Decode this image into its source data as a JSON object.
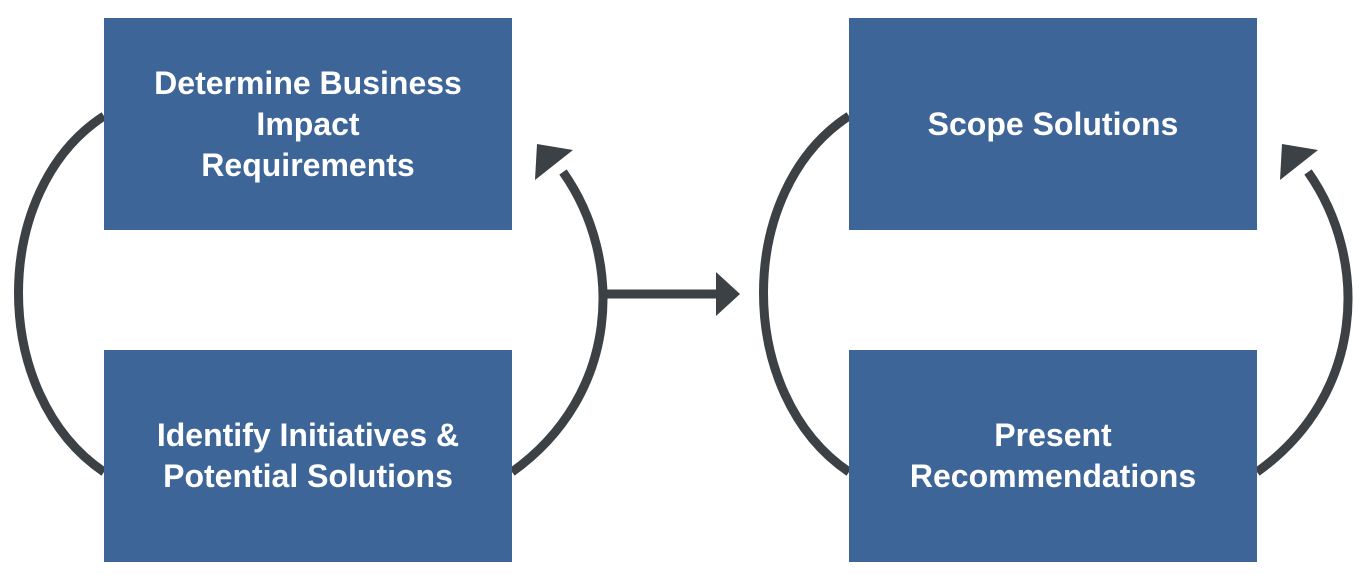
{
  "diagram": {
    "colors": {
      "box_fill": "#3e6598",
      "box_text": "#ffffff",
      "connector": "#3b4144"
    },
    "left_cycle": {
      "top_box": "Determine Business\nImpact\nRequirements",
      "bottom_box": "Identify Initiatives &\nPotential Solutions"
    },
    "right_cycle": {
      "top_box": "Scope Solutions",
      "bottom_box": "Present\nRecommendations"
    }
  }
}
